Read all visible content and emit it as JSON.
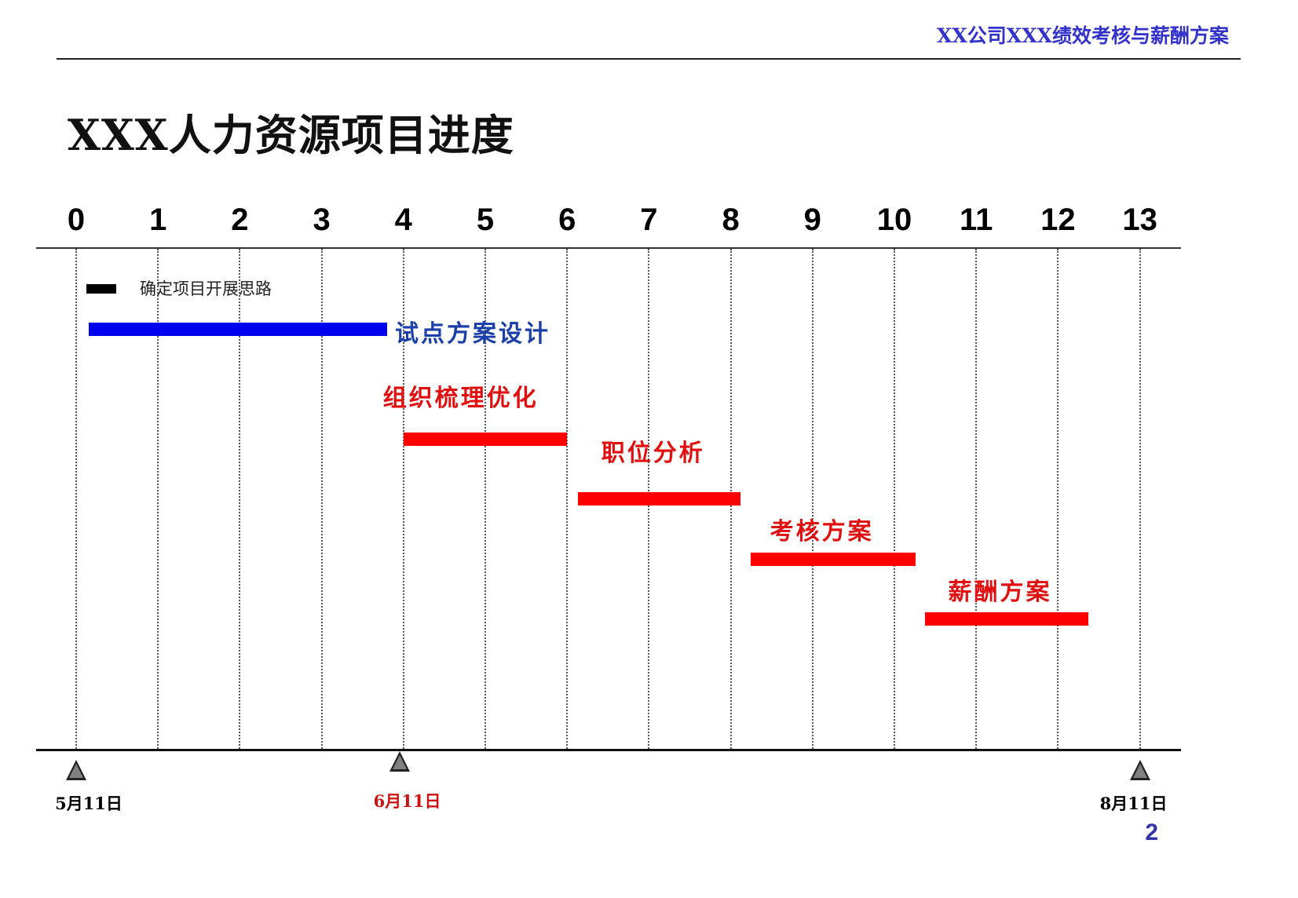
{
  "header": {
    "title": "XX公司XXX绩效考核与薪酬方案"
  },
  "page": {
    "title": "XXX人力资源项目进度",
    "number": "2"
  },
  "colors": {
    "header_blue": "#3333cc",
    "bar_blue": "#0000ee",
    "bar_red": "#ff0000",
    "label_blue": "#1a3fa8",
    "label_red": "#e01010",
    "milestone_gray": "#808080"
  },
  "chart_data": {
    "type": "gantt",
    "title": "XXX人力资源项目进度",
    "xlabel": "",
    "ylabel": "",
    "x_ticks": [
      "0",
      "1",
      "2",
      "3",
      "4",
      "5",
      "6",
      "7",
      "8",
      "9",
      "10",
      "11",
      "12",
      "13"
    ],
    "xlim": [
      0,
      13
    ],
    "grid": true,
    "legend": {
      "position": "top-left",
      "entries": [
        {
          "label": "确定项目开展思路",
          "color": "#000000"
        }
      ]
    },
    "tasks": [
      {
        "name": "试点方案设计",
        "start": 0.15,
        "end": 3.8,
        "color": "#0000ee",
        "label_color": "#1a3fa8"
      },
      {
        "name": "组织梳理优化",
        "start": 4.0,
        "end": 6.0,
        "color": "#ff0000",
        "label_color": "#e01010"
      },
      {
        "name": "职位分析",
        "start": 6.13,
        "end": 8.12,
        "color": "#ff0000",
        "label_color": "#e01010"
      },
      {
        "name": "考核方案",
        "start": 8.24,
        "end": 10.26,
        "color": "#ff0000",
        "label_color": "#e01010"
      },
      {
        "name": "薪酬方案",
        "start": 10.37,
        "end": 12.37,
        "color": "#ff0000",
        "label_color": "#e01010"
      }
    ],
    "milestones": [
      {
        "label": "5月11日",
        "x": 0,
        "color": "#000000"
      },
      {
        "label": "6月11日",
        "x": 3.95,
        "color": "#cc1111"
      },
      {
        "label": "8月11日",
        "x": 13,
        "color": "#000000"
      }
    ]
  }
}
